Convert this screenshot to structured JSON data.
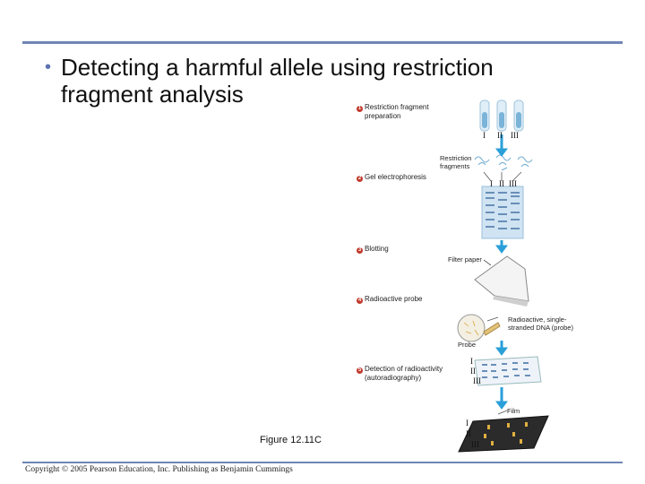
{
  "title": {
    "bullet": "•",
    "line1": "Detecting a harmful allele using restriction",
    "line2": "fragment analysis"
  },
  "steps": [
    {
      "number": "1",
      "label": "Restriction fragment",
      "label2": "preparation"
    },
    {
      "number": "2",
      "label": "Gel electrophoresis"
    },
    {
      "number": "3",
      "label": "Blotting"
    },
    {
      "number": "4",
      "label": "Radioactive probe"
    },
    {
      "number": "5",
      "label": "Detection of radioactivity",
      "label2": "(autoradiography)"
    }
  ],
  "labels": {
    "restriction_fragments_1": "Restriction",
    "restriction_fragments_2": "fragments",
    "filter_paper": "Filter paper",
    "radioactive_probe_1": "Radioactive, single-",
    "radioactive_probe_2": "stranded DNA (probe)",
    "probe": "Probe",
    "film": "Film"
  },
  "roman": {
    "one": "I",
    "two": "II",
    "three": "III"
  },
  "figure_label": "Figure 12.11C",
  "copyright": "Copyright © 2005 Pearson Education, Inc. Publishing as Benjamin Cummings",
  "colors": {
    "accent_rule": "#6f86b5",
    "step_number": "#c0392b",
    "arrow": "#2a9fd8"
  }
}
